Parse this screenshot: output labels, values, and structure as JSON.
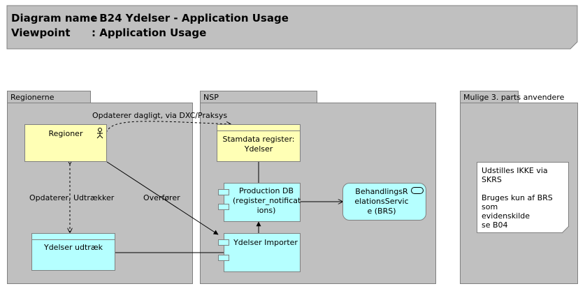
{
  "header": {
    "diagram_label": "Diagram name",
    "diagram_value": ": B24 Ydelser - Application Usage",
    "viewpoint_label": "Viewpoint",
    "viewpoint_value": ": Application Usage"
  },
  "groups": {
    "regionerne": "Regionerne",
    "nsp": "NSP",
    "mulige": "Mulige 3. parts anvendere"
  },
  "nodes": {
    "regioner": "Regioner",
    "ydelser_udtraek": "Ydelser udtræk",
    "stamdata_line1": "Stamdata register:",
    "stamdata_line2": "Ydelser",
    "production_line1": "Production DB",
    "production_line2": "(register_notificat",
    "production_line3": "ions)",
    "ydelser_importer": "Ydelser Importer",
    "brs_line1": "BehandlingsR",
    "brs_line2": "elationsServic",
    "brs_line3": "e (BRS)"
  },
  "edges": {
    "opdaterer_dagligt": "Opdaterer dagligt, via DXC/Praksys",
    "opdaterer_udtraekker": "Opdaterer, Udtrækker",
    "overforer": "Overfører"
  },
  "note": {
    "line1": "Udstilles IKKE via SKRS",
    "line2": "Bruges kun af BRS som",
    "line3": "evidenskilde",
    "line4": "se B04"
  },
  "colors": {
    "group_fill": "#c0c0c0",
    "actor_fill": "#ffffb5",
    "component_fill": "#b5ffff"
  }
}
